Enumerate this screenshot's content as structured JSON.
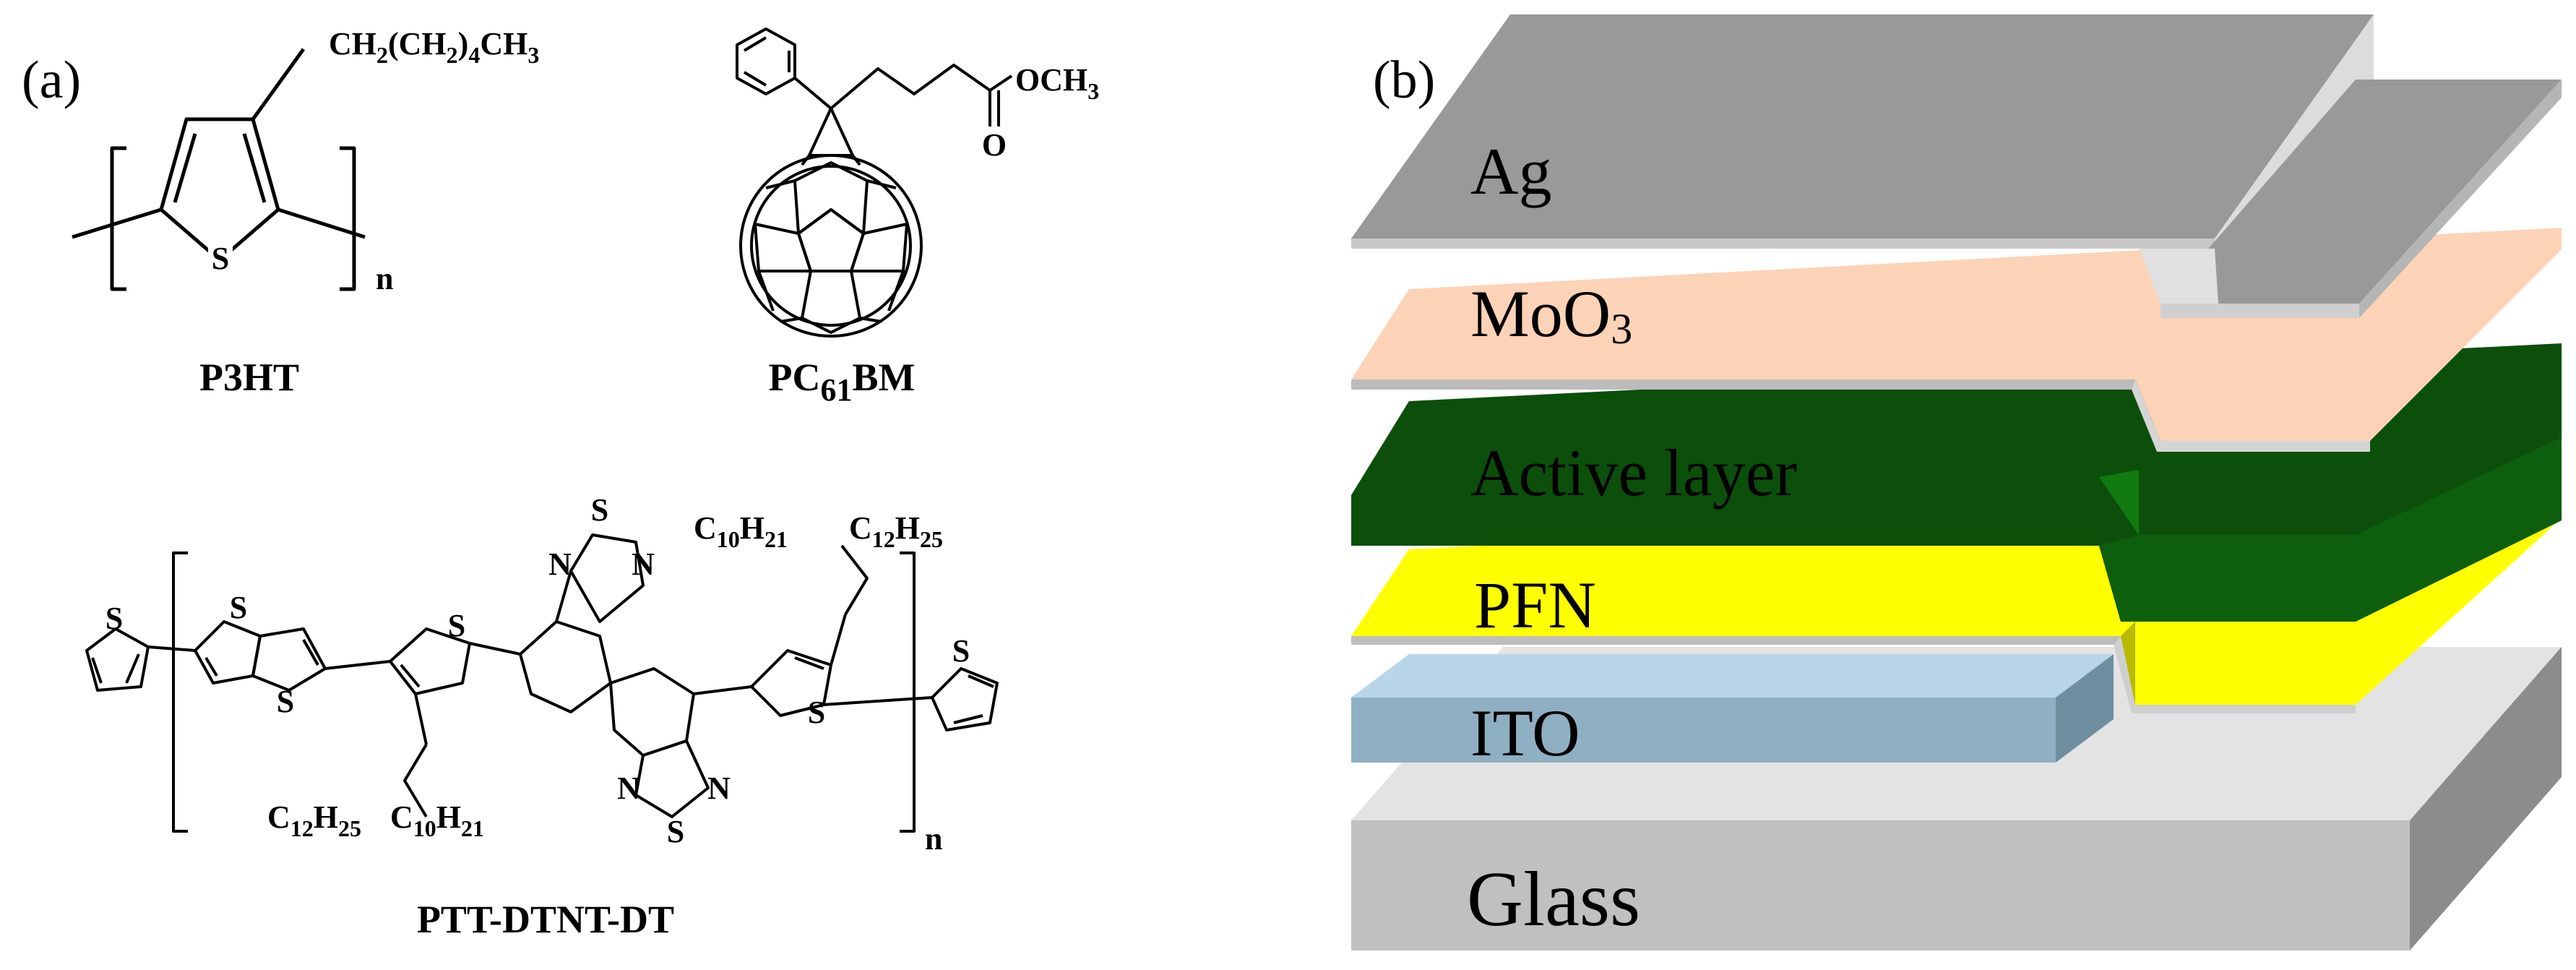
{
  "panel_a": {
    "label": "(a)",
    "p3ht": {
      "name": "P3HT",
      "sidechain": "CH2(CH2)4CH3",
      "sidechain_parts": [
        "CH",
        "2",
        "(CH",
        "2",
        ")",
        "4",
        "CH",
        "3"
      ],
      "sulfur": "S",
      "repeat": "n"
    },
    "pcbm": {
      "name_parts": [
        "PC",
        "61",
        "BM"
      ],
      "ester": "OCH3",
      "ester_parts": [
        "OCH",
        "3"
      ],
      "oxygen": "O"
    },
    "polymer": {
      "name": "PTT-DTNT-DT",
      "sulfur": "S",
      "nitrogen": "N",
      "repeat": "n",
      "chain_top": [
        "C",
        "10",
        "H",
        "21",
        "C",
        "12",
        "H",
        "25"
      ],
      "chain_bottom": [
        "C",
        "12",
        "H",
        "25",
        "C",
        "10",
        "H",
        "21"
      ]
    }
  },
  "panel_b": {
    "label": "(b)",
    "layers": [
      {
        "name": "Ag",
        "color": "#999999"
      },
      {
        "name": "MoO",
        "subscript": "3",
        "color": "#fbd5b8"
      },
      {
        "name": "Active layer",
        "color": "#0a4d0a"
      },
      {
        "name": "PFN",
        "color": "#ffff00"
      },
      {
        "name": "ITO",
        "color": "#a8cde0"
      },
      {
        "name": "Glass",
        "color": "#c8c8c8"
      }
    ]
  }
}
